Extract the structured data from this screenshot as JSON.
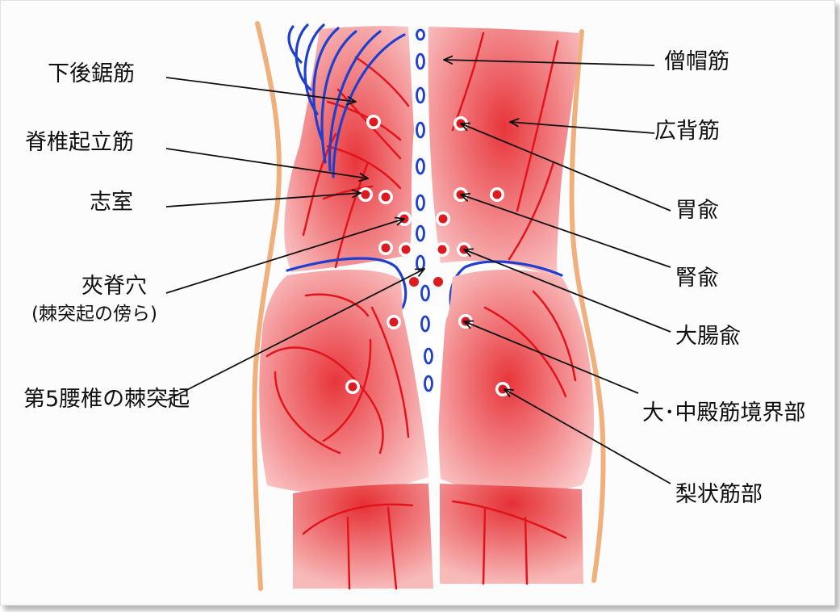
{
  "colors": {
    "muscle": "#e8363b",
    "muscle_light": "#fbd4d4",
    "fiber": "#e2141b",
    "spine_outline": "#1f3fcf",
    "skin_outline": "#f0b07c",
    "point_fill": "#dd1a1f",
    "arrow": "#111111"
  },
  "icons": {
    "acupoint_marker": "red-dot-icon",
    "arrow": "arrow-icon"
  },
  "labels": {
    "kakokyokin": "下後鋸筋",
    "sekichuukiritsukin": "脊椎起立筋",
    "shishitsu": "志室",
    "kyousekiketsu": "夾脊穴",
    "kyousekiketsu_note": "(棘突起の傍ら)",
    "lumbar5": "第5腰椎の棘突起",
    "soubokin": "僧帽筋",
    "kouhaikin": "広背筋",
    "iyu": "胃兪",
    "jinyu": "腎兪",
    "daichouyu": "大腸兪",
    "dai_chuudenkin": "大･中殿筋境界部",
    "rijoukin": "梨状筋部"
  }
}
